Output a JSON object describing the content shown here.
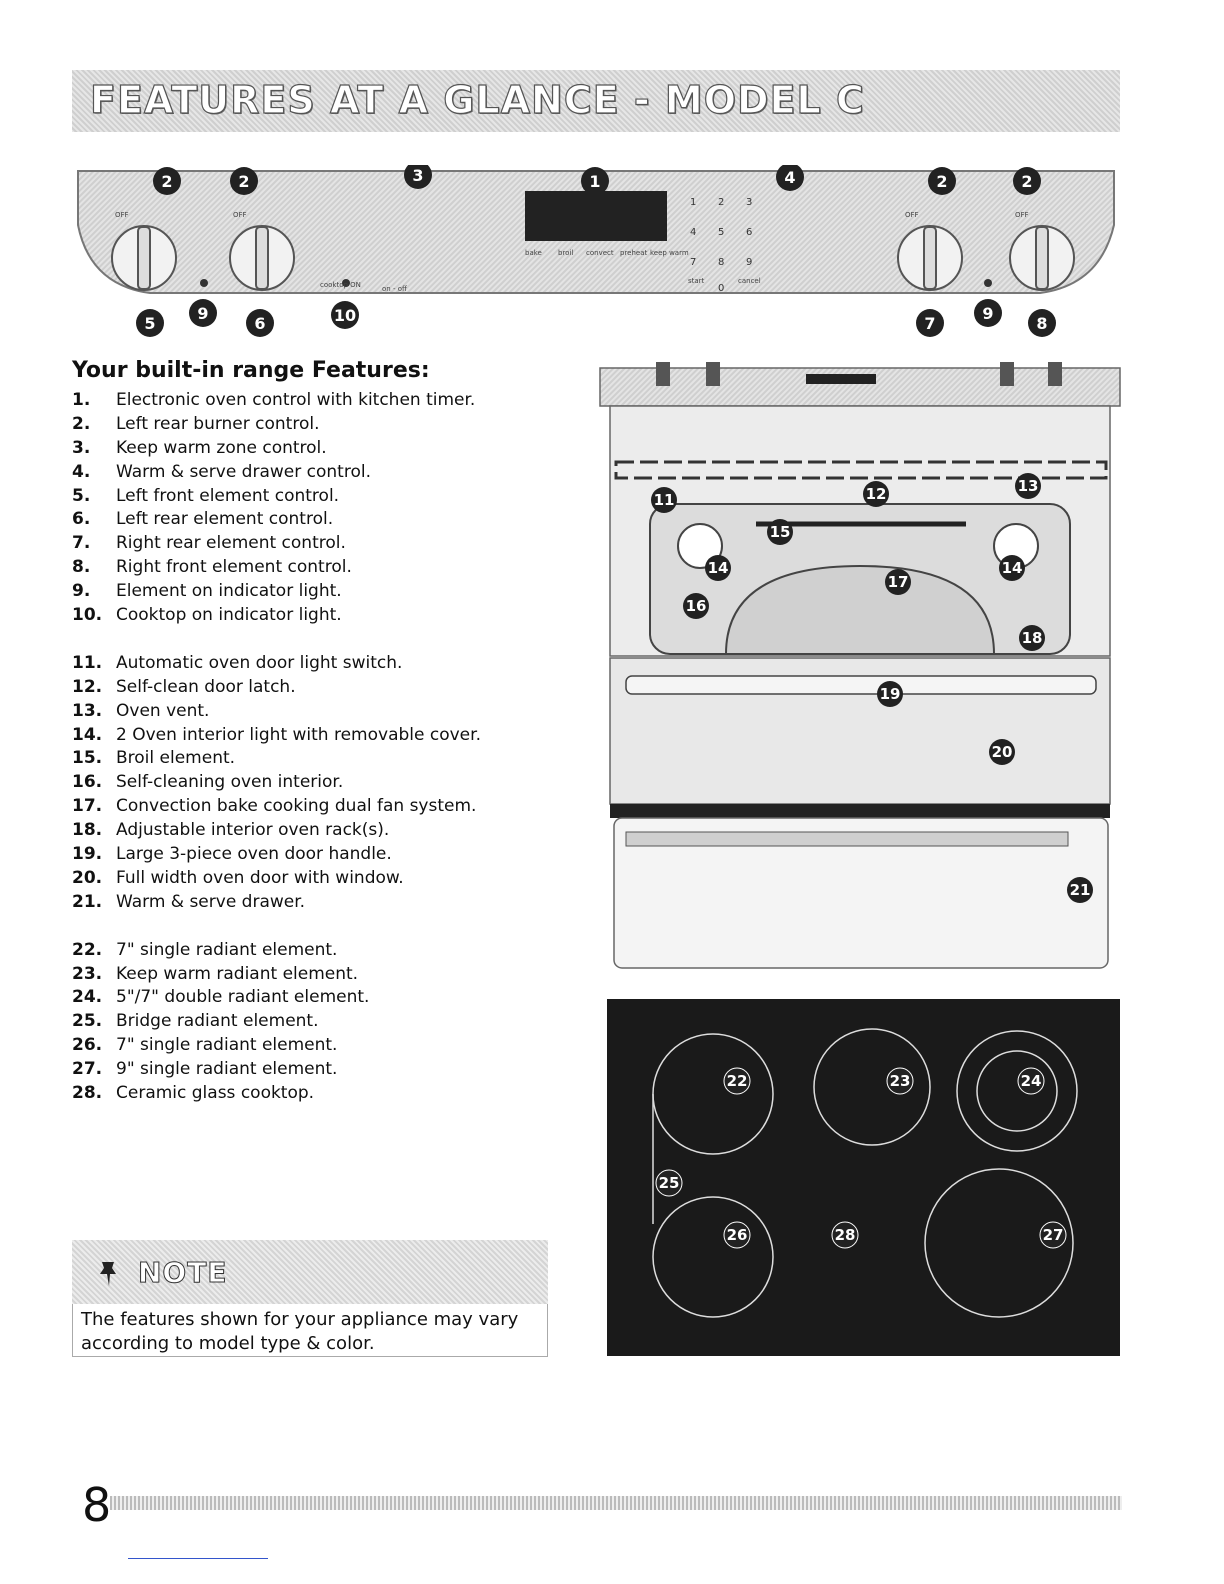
{
  "banner": {
    "title": "FEATURES AT A GLANCE - MODEL C"
  },
  "panel": {
    "callouts": [
      "2",
      "2",
      "3",
      "1",
      "4",
      "2",
      "2",
      "5",
      "9",
      "6",
      "10",
      "7",
      "9",
      "8"
    ],
    "knob_label_off": "OFF",
    "keypad": [
      "1",
      "2",
      "3",
      "4",
      "5",
      "6",
      "7",
      "8",
      "9",
      "0"
    ],
    "small_labels": [
      "bake",
      "broil",
      "convect",
      "preheat",
      "keep warm",
      "cooktop ON",
      "start",
      "cancel",
      "on - off"
    ]
  },
  "features": {
    "heading": "Your built-in range Features:",
    "group1": [
      {
        "num": "1.",
        "text": "Electronic oven control with kitchen timer."
      },
      {
        "num": "2.",
        "text": "Left rear burner control."
      },
      {
        "num": "3.",
        "text": "Keep warm zone control."
      },
      {
        "num": "4.",
        "text": "Warm & serve drawer control."
      },
      {
        "num": "5.",
        "text": "Left front element control."
      },
      {
        "num": "6.",
        "text": "Left rear element control."
      },
      {
        "num": "7.",
        "text": "Right rear element control."
      },
      {
        "num": "8.",
        "text": "Right front element control."
      },
      {
        "num": "9.",
        "text": "Element on indicator light."
      },
      {
        "num": "10.",
        "text": "Cooktop on indicator light."
      }
    ],
    "group2": [
      {
        "num": "11.",
        "text": "Automatic oven door light switch."
      },
      {
        "num": "12.",
        "text": "Self-clean door latch."
      },
      {
        "num": "13.",
        "text": "Oven vent."
      },
      {
        "num": "14.",
        "text": "2 Oven interior light with removable cover."
      },
      {
        "num": "15.",
        "text": "Broil element."
      },
      {
        "num": "16.",
        "text": "Self-cleaning oven interior."
      },
      {
        "num": "17.",
        "text": "Convection bake cooking dual fan system."
      },
      {
        "num": "18.",
        "text": "Adjustable interior oven rack(s)."
      },
      {
        "num": "19.",
        "text": "Large 3-piece oven door handle."
      },
      {
        "num": "20.",
        "text": "Full width oven door with window."
      },
      {
        "num": "21.",
        "text": "Warm & serve drawer."
      }
    ],
    "group3": [
      {
        "num": "22.",
        "text": "7\" single radiant element."
      },
      {
        "num": "23.",
        "text": "Keep warm radiant element."
      },
      {
        "num": "24.",
        "text": "5\"/7\" double radiant element."
      },
      {
        "num": "25.",
        "text": "Bridge radiant element."
      },
      {
        "num": "26.",
        "text": "7\" single radiant element."
      },
      {
        "num": "27.",
        "text": "9\" single radiant element."
      },
      {
        "num": "28.",
        "text": "Ceramic glass cooktop."
      }
    ]
  },
  "note": {
    "title": "NOTE",
    "body_line1": "The features shown for your appliance may vary",
    "body_line2": "according to model type & color."
  },
  "oven": {
    "callouts": [
      "11",
      "12",
      "13",
      "14",
      "15",
      "14",
      "17",
      "16",
      "18",
      "19",
      "20",
      "21"
    ]
  },
  "cooktop": {
    "callouts": [
      "22",
      "23",
      "24",
      "25",
      "26",
      "28",
      "27"
    ]
  },
  "footer": {
    "page_number": "8"
  }
}
